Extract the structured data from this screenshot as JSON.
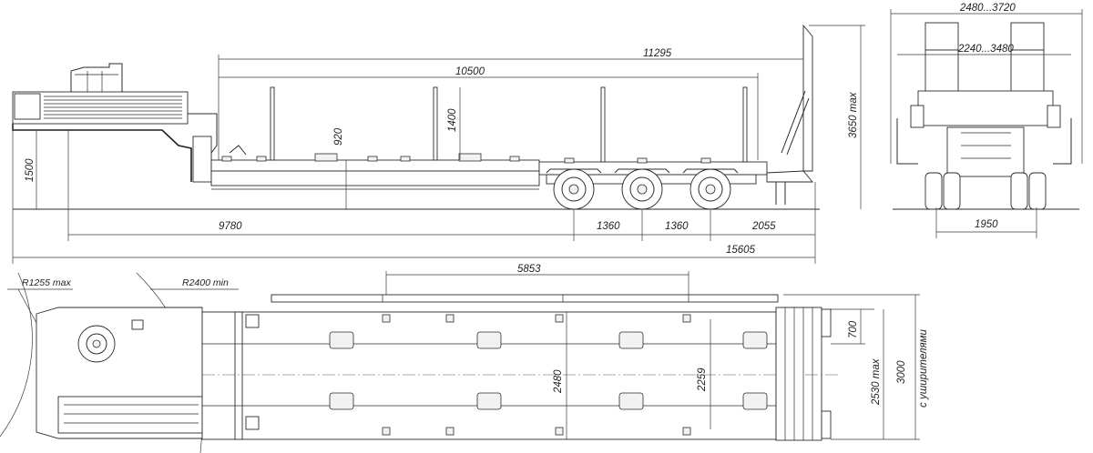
{
  "side_view": {
    "dims": {
      "deck_length_total": "11295",
      "deck_length_main": "10500",
      "stake_height": "1400",
      "deck_height": "920",
      "height_max": "3650 max",
      "gooseneck_height": "1500",
      "kingpin_to_axle": "9780",
      "axle_spacing_1": "1360",
      "axle_spacing_2": "1360",
      "rear_overhang": "2055",
      "overall_length": "15605"
    }
  },
  "rear_view": {
    "dims": {
      "ramp_spread": "2480...3720",
      "ramp_spread_inner": "2240...3480",
      "track": "1950"
    }
  },
  "top_view": {
    "dims": {
      "turn_radius_front": "R1255 max",
      "turn_radius_min": "R2400 min",
      "side_rail_length": "5853",
      "frame_width": "2480",
      "inner_width": "2259",
      "ramp_width": "700",
      "overall_width": "2530 max",
      "width_with_extensions": "3000",
      "width_note": "с уширителями"
    }
  }
}
